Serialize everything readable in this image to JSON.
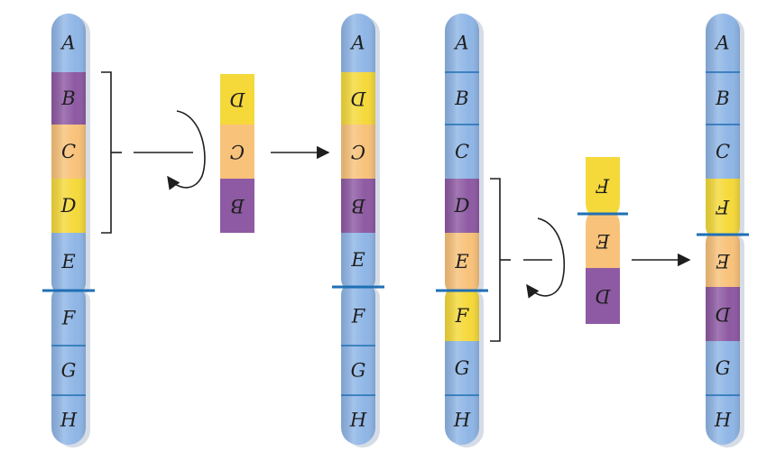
{
  "colors": {
    "blue": "#8fb6e6",
    "purple": "#8e5aa3",
    "orange": "#f8c27a",
    "yellow": "#f5d93a",
    "centromere": "#1f6fb4",
    "shadow": "#d6dce6",
    "arrow": "#1e1e1e"
  },
  "panel1": {
    "original": [
      "A",
      "B",
      "C",
      "D",
      "E",
      "F",
      "G",
      "H"
    ],
    "excised": [
      "D",
      "C",
      "B"
    ],
    "result": [
      "A",
      "D",
      "C",
      "B",
      "E",
      "F",
      "G",
      "H"
    ]
  },
  "panel2": {
    "original": [
      "A",
      "B",
      "C",
      "D",
      "E",
      "F",
      "G",
      "H"
    ],
    "excised": [
      "F",
      "E",
      "D"
    ],
    "result": [
      "A",
      "B",
      "C",
      "F",
      "E",
      "D",
      "G",
      "H"
    ]
  },
  "icons": {
    "bracket": "bracket-icon",
    "rotate": "rotate-arrow-icon",
    "arrow": "right-arrow-icon"
  }
}
